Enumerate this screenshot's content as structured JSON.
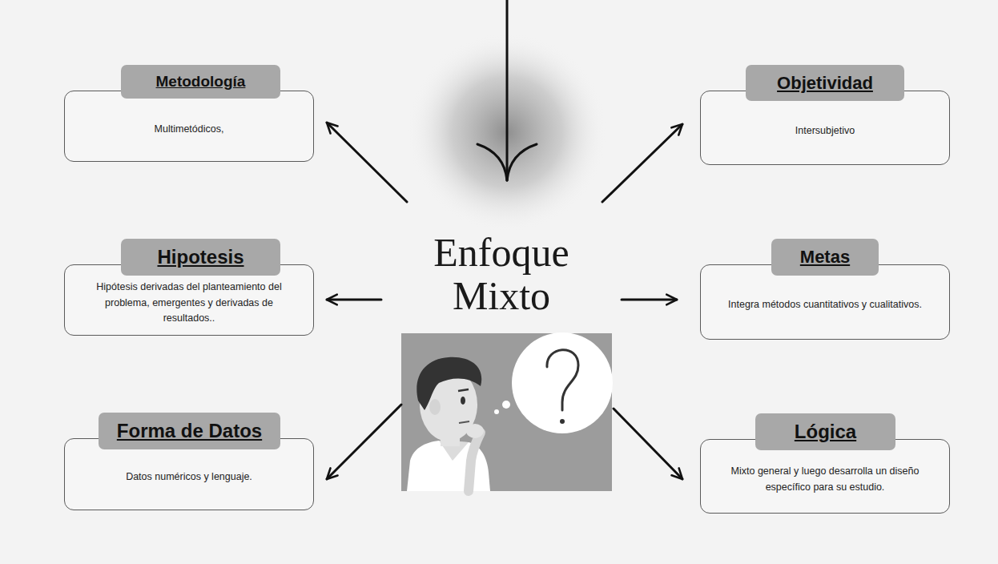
{
  "diagram": {
    "nodes": [
      {
        "text": [
          "Metodología",
          "Multimetódicos,"
        ]
      },
      {
        "text": [
          "Objetividad",
          "Intersubjetivo"
        ]
      },
      {
        "text": [
          "Enfoque Mixto"
        ]
      },
      {
        "text": [
          "Hipotesis",
          "Hipótesis derivadas del planteamiento del problema, emergentes y derivadas de resultados.."
        ]
      },
      {
        "text": [
          "Metas",
          "Integra métodos cuantitativos y cualitativos."
        ]
      },
      {
        "text": [
          "Forma de Datos",
          "Datos numéricos y lenguaje."
        ]
      },
      {
        "text": [
          "Lógica",
          "Mixto general y luego desarrolla un diseño específico para su estudio."
        ]
      }
    ],
    "edges": [
      {
        "from": 2,
        "to": 0,
        "arrow": "to"
      },
      {
        "from": 2,
        "to": 1,
        "arrow": "to"
      },
      {
        "from": 2,
        "to": 3,
        "arrow": "to"
      },
      {
        "from": 2,
        "to": 4,
        "arrow": "to"
      },
      {
        "from": 2,
        "to": 5,
        "arrow": "to"
      },
      {
        "from": 2,
        "to": 6,
        "arrow": "to"
      }
    ]
  }
}
